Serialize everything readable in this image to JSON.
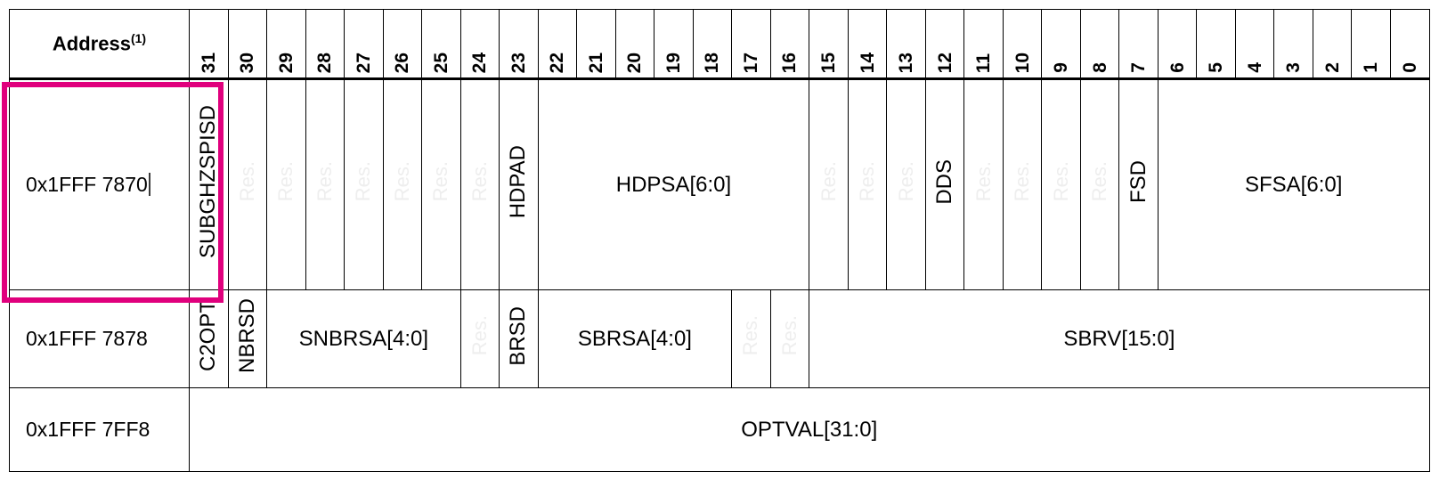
{
  "table": {
    "address_header": "Address",
    "address_header_footnote": "(1)",
    "bit_labels": [
      "31",
      "30",
      "29",
      "28",
      "27",
      "26",
      "25",
      "24",
      "23",
      "22",
      "21",
      "20",
      "19",
      "18",
      "17",
      "16",
      "15",
      "14",
      "13",
      "12",
      "11",
      "10",
      "9",
      "8",
      "7",
      "6",
      "5",
      "4",
      "3",
      "2",
      "1",
      "0"
    ],
    "reserved_label": "Res.",
    "rows": [
      {
        "address": "0x1FFF 7870",
        "highlighted": true,
        "fields": [
          {
            "label": "SUBGHZSPISD",
            "span": 1,
            "orient": "vertical",
            "reserved": false
          },
          {
            "label": "Res.",
            "span": 1,
            "orient": "vertical",
            "reserved": true
          },
          {
            "label": "Res.",
            "span": 1,
            "orient": "vertical",
            "reserved": true
          },
          {
            "label": "Res.",
            "span": 1,
            "orient": "vertical",
            "reserved": true
          },
          {
            "label": "Res.",
            "span": 1,
            "orient": "vertical",
            "reserved": true
          },
          {
            "label": "Res.",
            "span": 1,
            "orient": "vertical",
            "reserved": true
          },
          {
            "label": "Res.",
            "span": 1,
            "orient": "vertical",
            "reserved": true
          },
          {
            "label": "Res.",
            "span": 1,
            "orient": "vertical",
            "reserved": true
          },
          {
            "label": "HDPAD",
            "span": 1,
            "orient": "vertical",
            "reserved": false
          },
          {
            "label": "HDPSA[6:0]",
            "span": 7,
            "orient": "horizontal",
            "reserved": false
          },
          {
            "label": "Res.",
            "span": 1,
            "orient": "vertical",
            "reserved": true
          },
          {
            "label": "Res.",
            "span": 1,
            "orient": "vertical",
            "reserved": true
          },
          {
            "label": "Res.",
            "span": 1,
            "orient": "vertical",
            "reserved": true
          },
          {
            "label": "DDS",
            "span": 1,
            "orient": "vertical",
            "reserved": false
          },
          {
            "label": "Res.",
            "span": 1,
            "orient": "vertical",
            "reserved": true
          },
          {
            "label": "Res.",
            "span": 1,
            "orient": "vertical",
            "reserved": true
          },
          {
            "label": "Res.",
            "span": 1,
            "orient": "vertical",
            "reserved": true
          },
          {
            "label": "Res.",
            "span": 1,
            "orient": "vertical",
            "reserved": true
          },
          {
            "label": "FSD",
            "span": 1,
            "orient": "vertical",
            "reserved": false
          },
          {
            "label": "SFSA[6:0]",
            "span": 7,
            "orient": "horizontal",
            "reserved": false
          }
        ]
      },
      {
        "address": "0x1FFF 7878",
        "highlighted": false,
        "fields": [
          {
            "label": "C2OPT",
            "span": 1,
            "orient": "vertical",
            "reserved": false
          },
          {
            "label": "NBRSD",
            "span": 1,
            "orient": "vertical",
            "reserved": false
          },
          {
            "label": "SNBRSA[4:0]",
            "span": 5,
            "orient": "horizontal",
            "reserved": false
          },
          {
            "label": "Res.",
            "span": 1,
            "orient": "vertical",
            "reserved": true
          },
          {
            "label": "BRSD",
            "span": 1,
            "orient": "vertical",
            "reserved": false
          },
          {
            "label": "SBRSA[4:0]",
            "span": 5,
            "orient": "horizontal",
            "reserved": false
          },
          {
            "label": "Res.",
            "span": 1,
            "orient": "vertical",
            "reserved": true
          },
          {
            "label": "Res.",
            "span": 1,
            "orient": "vertical",
            "reserved": true
          },
          {
            "label": "SBRV[15:0]",
            "span": 16,
            "orient": "horizontal",
            "reserved": false
          }
        ]
      },
      {
        "address": "0x1FFF 7FF8",
        "highlighted": false,
        "fields": [
          {
            "label": "OPTVAL[31:0]",
            "span": 32,
            "orient": "horizontal",
            "reserved": false
          }
        ]
      }
    ]
  }
}
